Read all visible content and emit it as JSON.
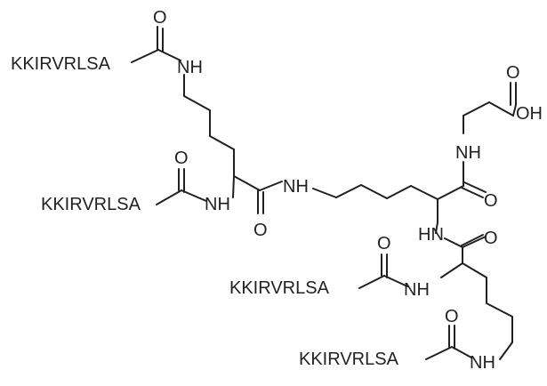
{
  "molecule": {
    "peptide_arms": [
      {
        "sequence": "KKIRVRLSA"
      },
      {
        "sequence": "KKIRVRLSA"
      },
      {
        "sequence": "KKIRVRLSA"
      },
      {
        "sequence": "KKIRVRLSA"
      }
    ],
    "atoms": {
      "oxygen": "O",
      "amine": "NH",
      "amine_hn": "HN",
      "hydroxyl": "OH"
    }
  }
}
